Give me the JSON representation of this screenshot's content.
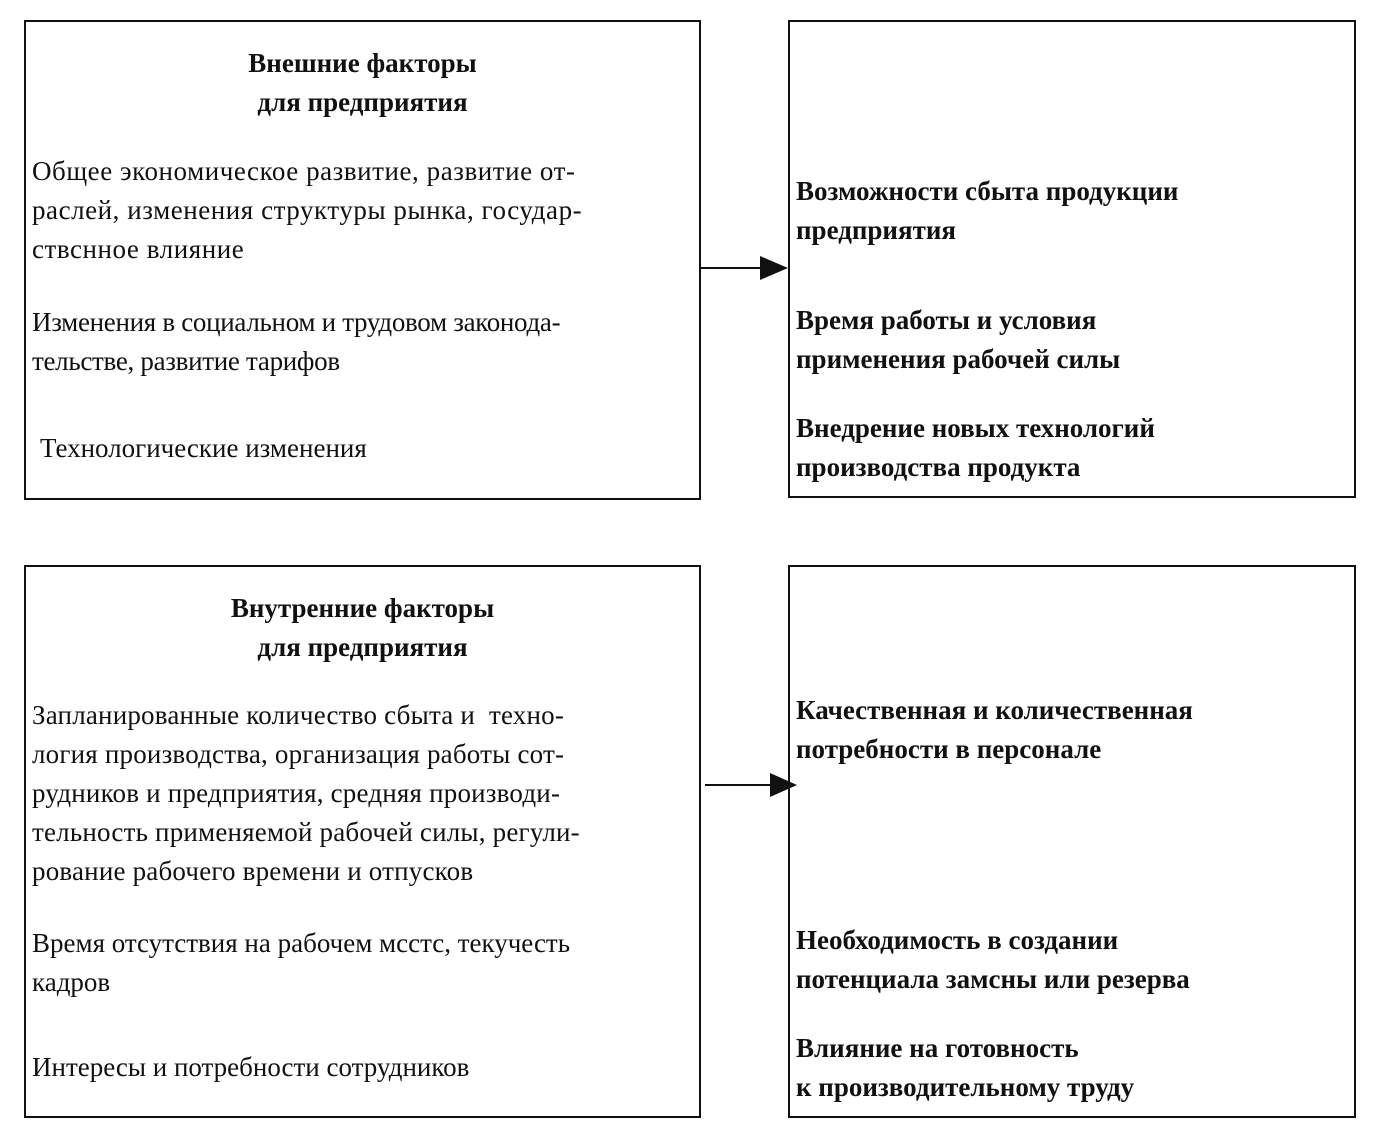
{
  "external": {
    "title_line1": "Внешние факторы",
    "title_line2": "для предприятия",
    "item1": "Общее экономическое развитие, развитие от-\nраслей, изменения структуры рынка, государ-\nствснное влияние",
    "item2": "Изменения в социальном и трудовом законода-\nтельстве, развитие тарифов",
    "item3": "Технологические изменения"
  },
  "external_effects": {
    "item1": "Возможности сбыта продукции\nпредприятия",
    "item2": "Время работы и условия\nприменения рабочей силы",
    "item3": "Внедрение новых технологий\nпроизводства продукта"
  },
  "internal": {
    "title_line1": "Внутренние факторы",
    "title_line2": "для предприятия",
    "item1": "Запланированные количество сбыта и  техно-\nлогия производства, организация работы сот-\nрудников и предприятия, средняя производи-\nтельность применяемой рабочей силы, регули-\nрование рабочего времени и отпусков",
    "item2": "Время отсутствия на рабочем мсстс, текучесть\nкадров",
    "item3": "Интересы и потребности сотрудников"
  },
  "internal_effects": {
    "item1": "Качественная и количественная\nпотребности в персонале",
    "item2": "Необходимость в создании\nпотенциала замсны или резерва",
    "item3": "Влияние на готовность\nк производительному труду"
  }
}
